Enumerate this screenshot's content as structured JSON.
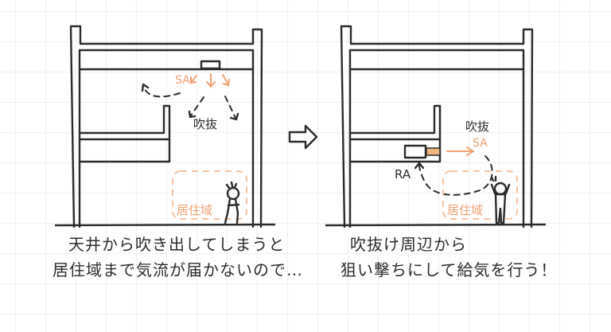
{
  "colors": {
    "line": "#2b2b2b",
    "accent": "#f0a170",
    "zone": "#f5c3a0",
    "grid": "#e6e6e6"
  },
  "left_panel": {
    "sa_label": "SA",
    "void_label": "吹抜",
    "living_zone_label": "居住域",
    "caption_line1": "天井から吹き出してしまうと",
    "caption_line2": "居住域まで気流が届かないので…"
  },
  "arrow_icon": "right-arrow",
  "right_panel": {
    "sa_label": "SA",
    "ra_label": "RA",
    "void_label": "吹抜",
    "living_zone_label": "居住域",
    "caption_line1": "吹抜け周辺から",
    "caption_line2": "狙い撃ちにして給気を行う！"
  }
}
